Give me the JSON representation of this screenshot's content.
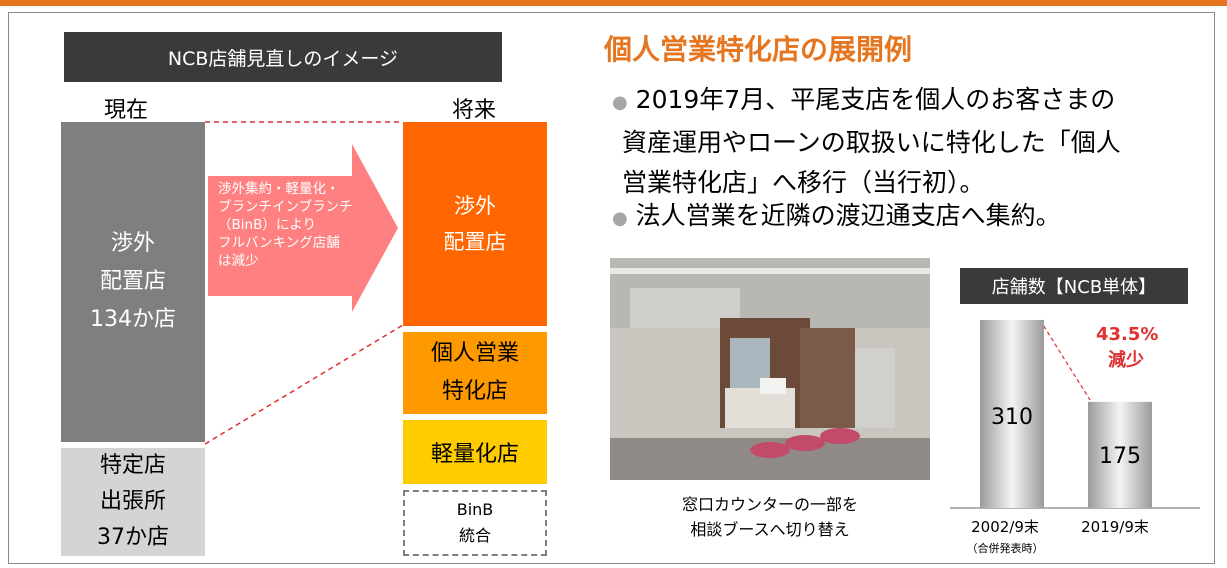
{
  "colors": {
    "accent": "#e5751f",
    "gray": "#7f7f7f",
    "orange": "#ff6600",
    "amber": "#ff9900",
    "yellow": "#ffcc00",
    "pink": "#ff8080",
    "red": "#e03030"
  },
  "diagram": {
    "header": "NCB店舗見直しのイメージ",
    "current_label": "現在",
    "future_label": "将来",
    "current_main": [
      "渉外",
      "配置店",
      "134か店"
    ],
    "current_sub": [
      "特定店",
      "出張所",
      "37か店"
    ],
    "arrow_text": [
      "渉外集約・軽量化・",
      "ブランチインブランチ",
      "（BinB）により",
      "フルバンキング店舗",
      "は減少"
    ],
    "future_main": [
      "渉外",
      "配置店"
    ],
    "future_individual": [
      "個人営業",
      "特化店"
    ],
    "future_light": "軽量化店",
    "future_binb": [
      "BinB",
      "統合"
    ]
  },
  "section": {
    "title": "個人営業特化店の展開例",
    "bullets": [
      [
        "2019年7月、平尾支店を個人のお客さまの",
        "資産運用やローンの取扱いに特化した「個人",
        "営業特化店」へ移行（当行初）。"
      ],
      [
        "法人営業を近隣の渡辺通支店へ集約。"
      ]
    ],
    "photo_caption": [
      "窓口カウンターの一部を",
      "相談ブースへ切り替え"
    ]
  },
  "chart_data": {
    "type": "bar",
    "title": "店舗数【NCB単体】",
    "categories": [
      "2002/9末",
      "2019/9末"
    ],
    "category_notes": [
      "（合併発表時）",
      ""
    ],
    "values": [
      310,
      175
    ],
    "annotation": [
      "43.5%",
      "減少"
    ]
  }
}
